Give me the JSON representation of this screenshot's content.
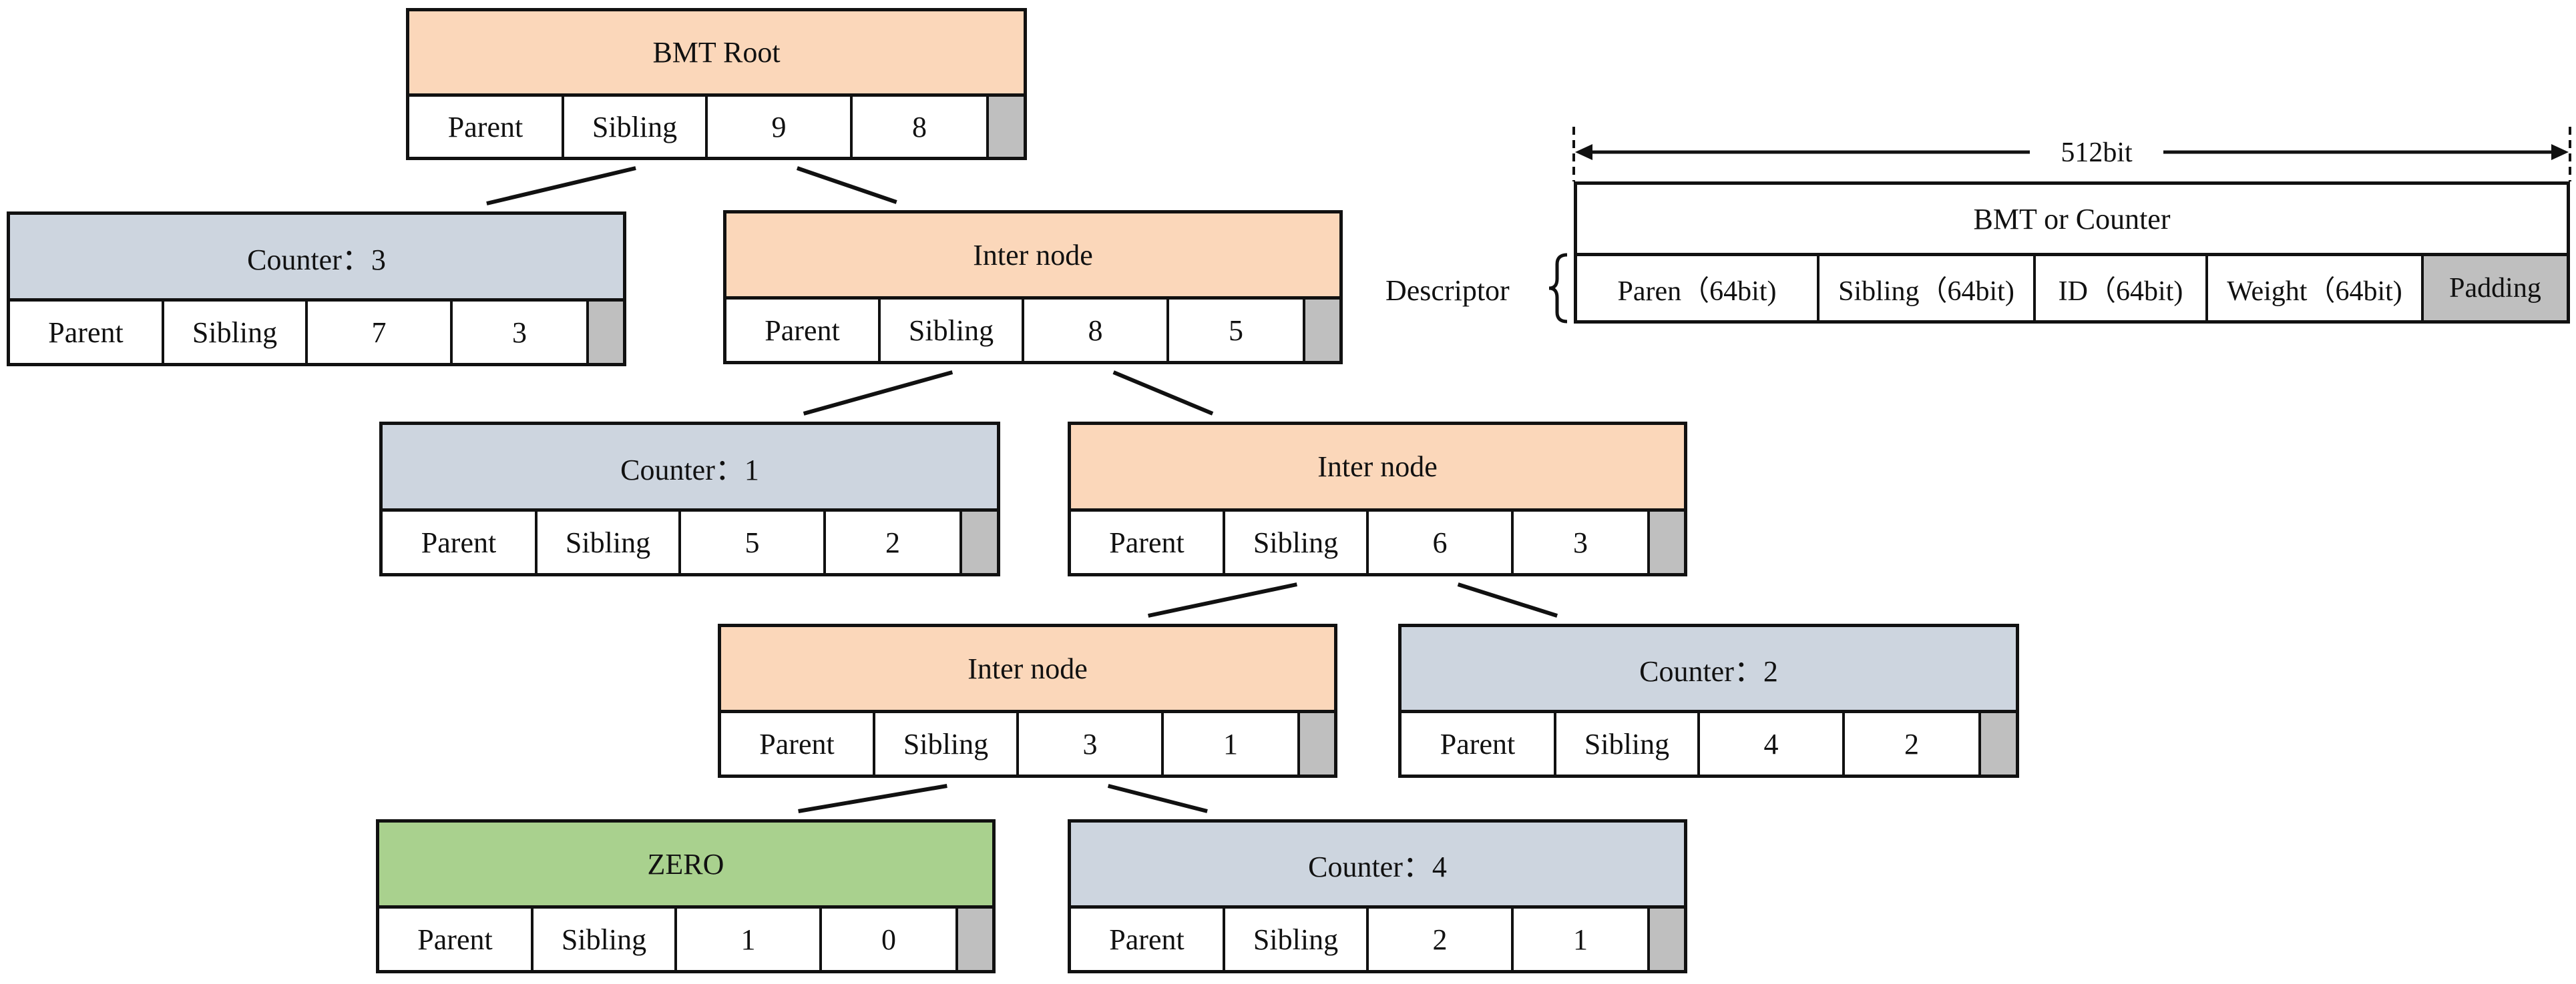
{
  "colors": {
    "inter_node": "#fbd7ba",
    "counter_node": "#cdd5df",
    "zero_node": "#a9d18e",
    "padding": "#bfbfbf",
    "line": "#111111"
  },
  "tree": {
    "nodes": [
      {
        "id": "root",
        "type": "root",
        "title": "BMT Root",
        "cells": [
          "Parent",
          "Sibling",
          "9",
          "8"
        ]
      },
      {
        "id": "counter-3",
        "type": "counter",
        "title": "Counter：3",
        "cells": [
          "Parent",
          "Sibling",
          "7",
          "3"
        ]
      },
      {
        "id": "inter-1",
        "type": "inter",
        "title": "Inter node",
        "cells": [
          "Parent",
          "Sibling",
          "8",
          "5"
        ]
      },
      {
        "id": "counter-1",
        "type": "counter",
        "title": "Counter：1",
        "cells": [
          "Parent",
          "Sibling",
          "5",
          "2"
        ]
      },
      {
        "id": "inter-2",
        "type": "inter",
        "title": "Inter node",
        "cells": [
          "Parent",
          "Sibling",
          "6",
          "3"
        ]
      },
      {
        "id": "inter-3",
        "type": "inter",
        "title": "Inter node",
        "cells": [
          "Parent",
          "Sibling",
          "3",
          "1"
        ]
      },
      {
        "id": "counter-2",
        "type": "counter",
        "title": "Counter：2",
        "cells": [
          "Parent",
          "Sibling",
          "4",
          "2"
        ]
      },
      {
        "id": "zero",
        "type": "zero",
        "title": "ZERO",
        "cells": [
          "Parent",
          "Sibling",
          "1",
          "0"
        ]
      },
      {
        "id": "counter-4",
        "type": "counter",
        "title": "Counter：4",
        "cells": [
          "Parent",
          "Sibling",
          "2",
          "1"
        ]
      }
    ],
    "edges": [
      [
        "root",
        "counter-3"
      ],
      [
        "root",
        "inter-1"
      ],
      [
        "inter-1",
        "counter-1"
      ],
      [
        "inter-1",
        "inter-2"
      ],
      [
        "inter-2",
        "inter-3"
      ],
      [
        "inter-2",
        "counter-2"
      ],
      [
        "inter-3",
        "zero"
      ],
      [
        "inter-3",
        "counter-4"
      ]
    ]
  },
  "descriptor": {
    "width_label": "512bit",
    "header": "BMT or Counter",
    "label": "Descriptor",
    "fields": [
      "Paren（64bit)",
      "Sibling（64bit)",
      "ID（64bit)",
      "Weight（64bit)",
      "Padding"
    ]
  }
}
